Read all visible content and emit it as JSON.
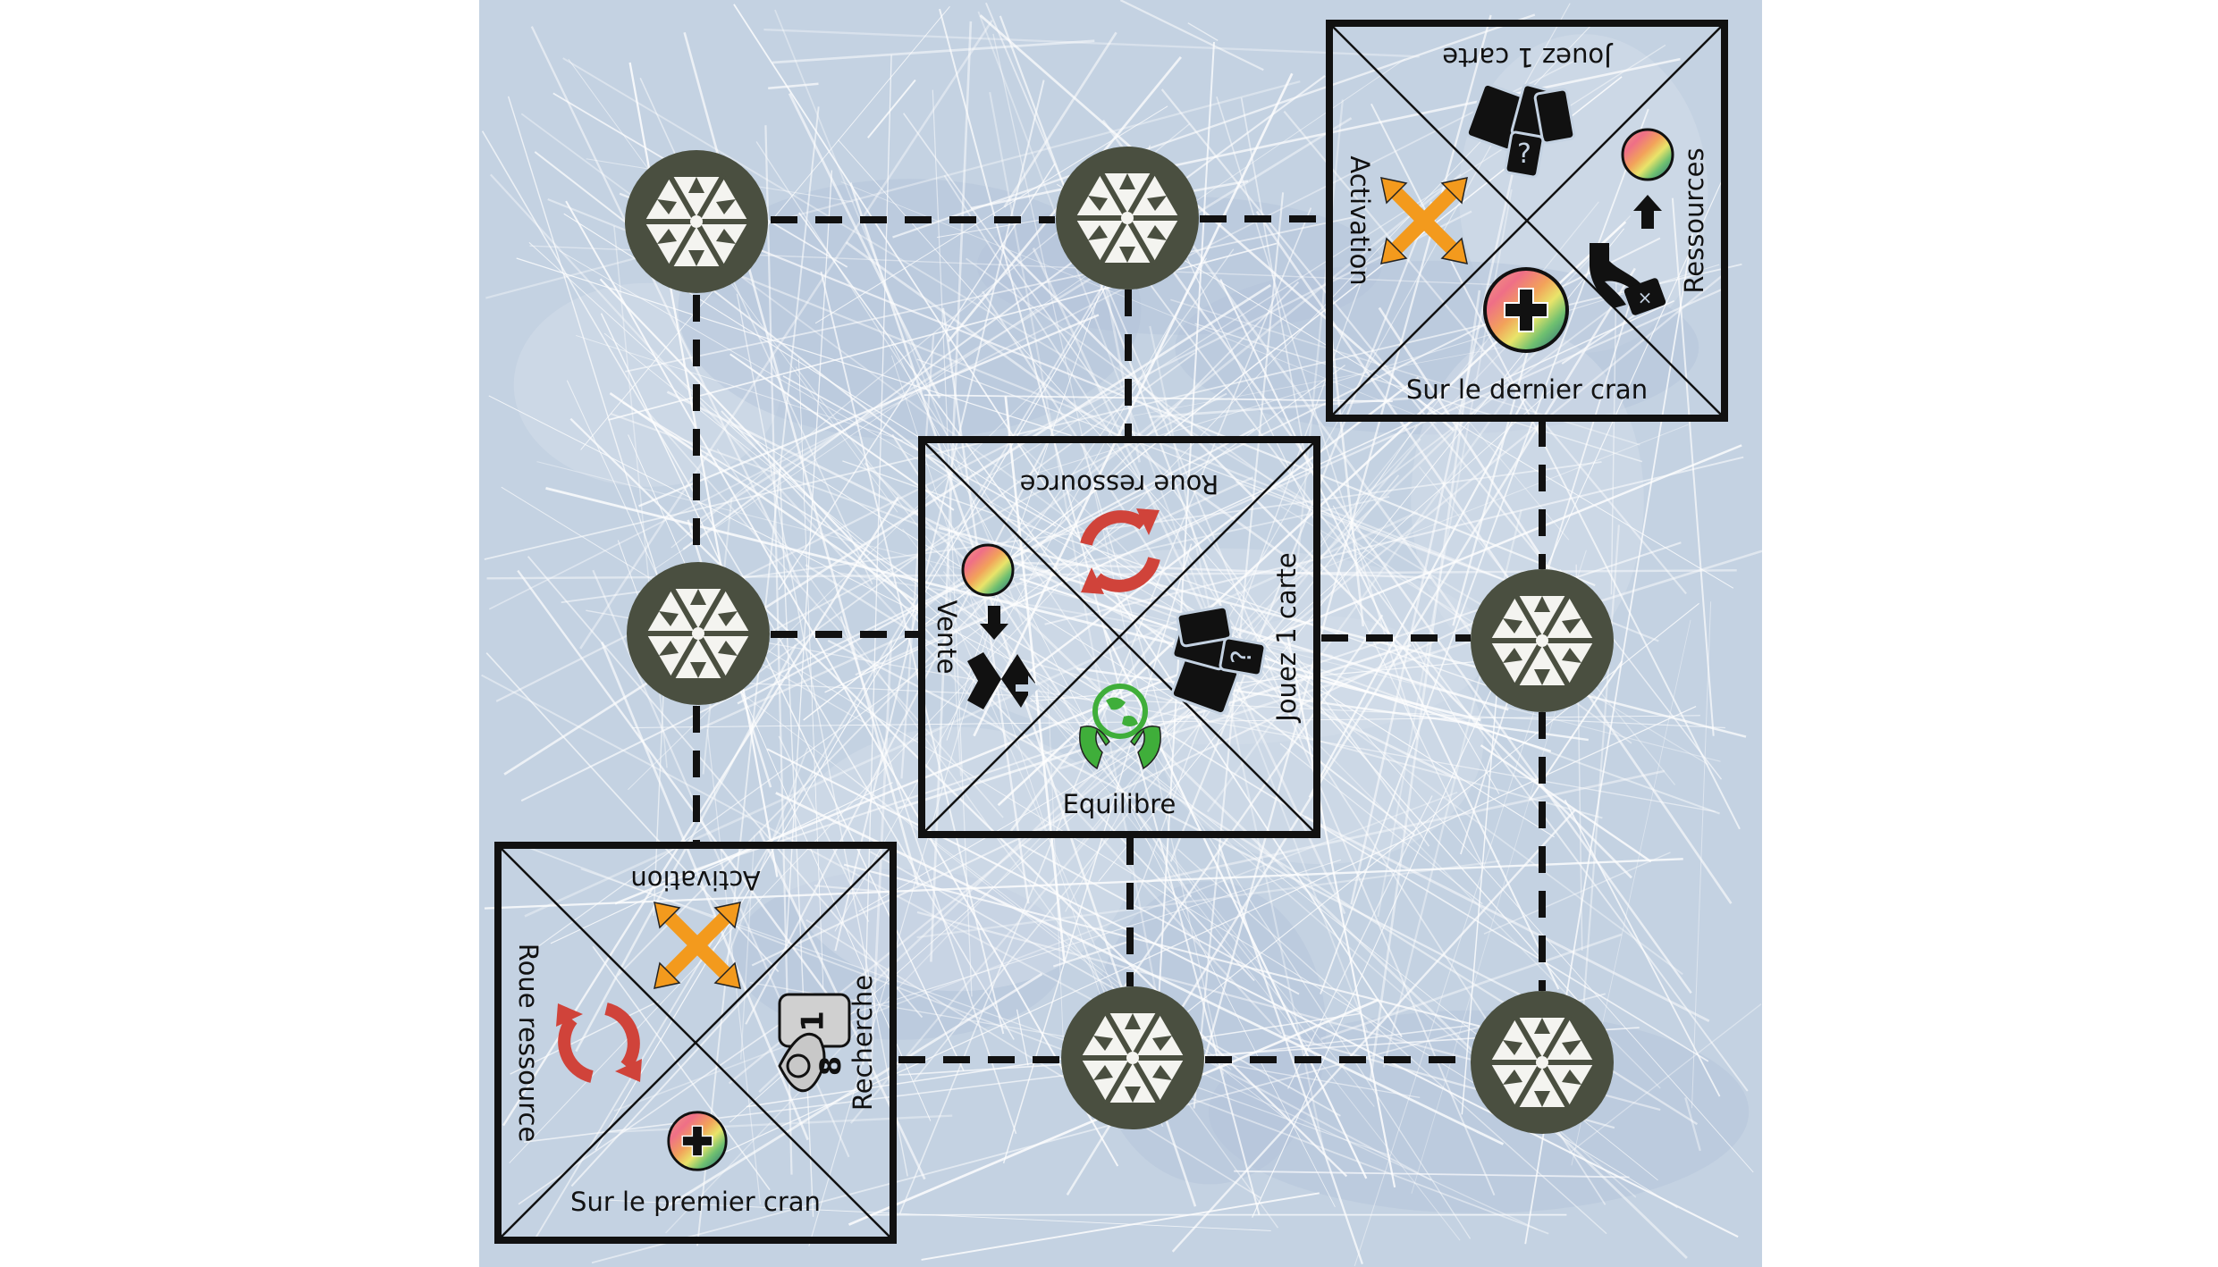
{
  "board": {
    "title": "Ice board with snowflake nodes and action cards",
    "colors": {
      "ice": "#c4d2e2",
      "node": "#4a4f40",
      "orange": "#f39a1d",
      "red": "#d0433a",
      "green": "#3fae3a"
    }
  },
  "cards": {
    "top_right": {
      "top": "Jouez 1 carte",
      "left": "Activation",
      "right": "Ressources",
      "bottom": "Sur le dernier cran"
    },
    "center": {
      "top": "Roue ressource",
      "left": "Vente",
      "right": "Jouez 1 carte",
      "bottom": "Equilibre"
    },
    "bottom_left": {
      "top": "Activation",
      "left": "Roue ressource",
      "right": "Recherche",
      "bottom": "Sur le premier cran",
      "research_icon": {
        "top_digit": "1",
        "bottom_digit": "8"
      }
    }
  }
}
